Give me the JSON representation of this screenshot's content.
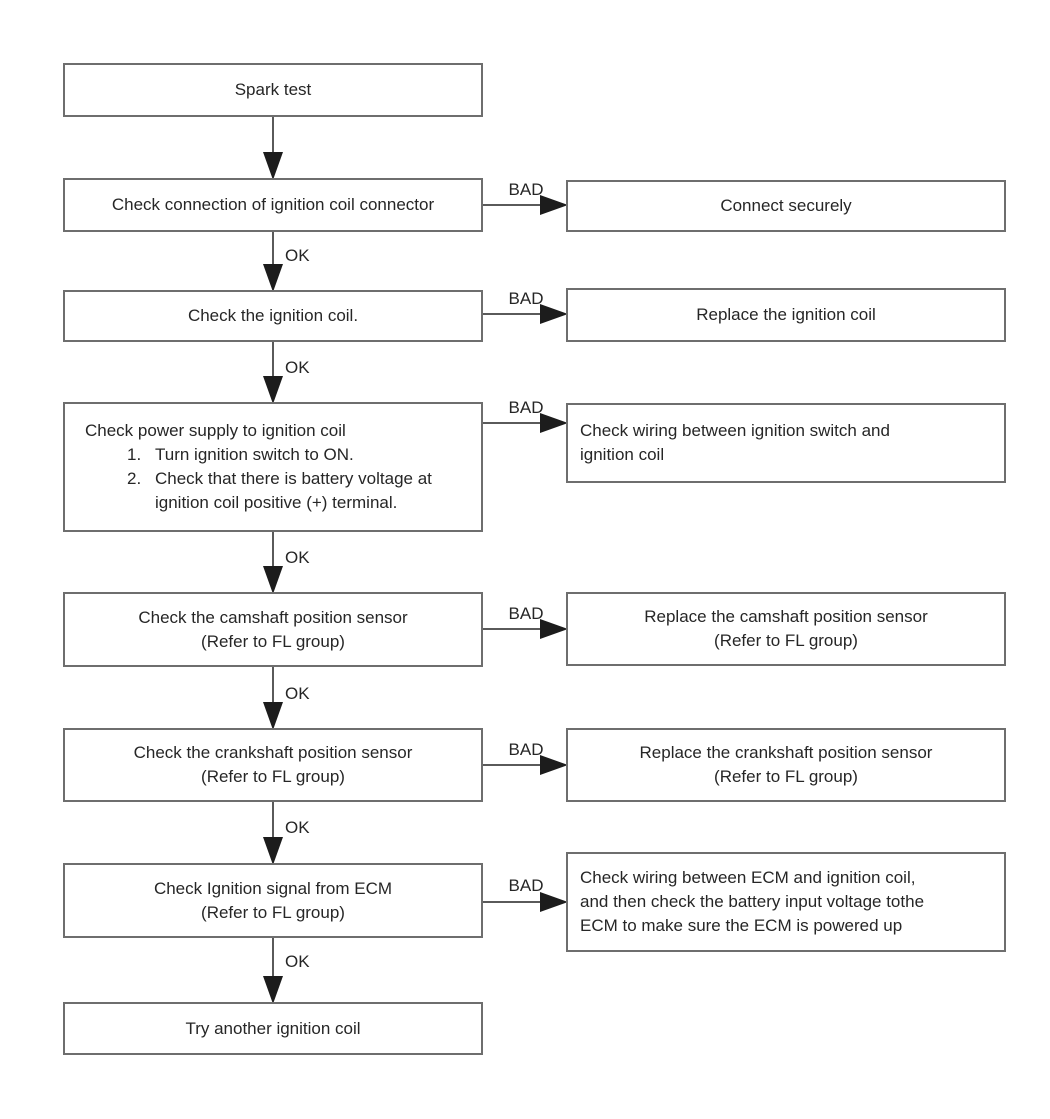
{
  "labels": {
    "ok": "OK",
    "bad": "BAD"
  },
  "flow": {
    "steps": [
      {
        "id": "spark-test",
        "lines": [
          "Spark test"
        ]
      },
      {
        "id": "check-connection",
        "lines": [
          "Check connection of ignition coil connector"
        ]
      },
      {
        "id": "check-ignition-coil",
        "lines": [
          "Check the ignition coil."
        ]
      },
      {
        "id": "check-power-supply",
        "title": "Check power supply to ignition coil",
        "items": [
          {
            "num": "1.",
            "text": "Turn ignition switch to ON."
          },
          {
            "num": "2.",
            "text": "Check that there is battery voltage at ignition coil positive (+) terminal."
          }
        ]
      },
      {
        "id": "check-camshaft-sensor",
        "lines": [
          "Check the camshaft position sensor",
          "(Refer to FL group)"
        ]
      },
      {
        "id": "check-crankshaft-sensor",
        "lines": [
          "Check the crankshaft position sensor",
          "(Refer to FL group)"
        ]
      },
      {
        "id": "check-ecm-signal",
        "lines": [
          "Check Ignition signal from ECM",
          "(Refer to FL group)"
        ]
      },
      {
        "id": "try-another-coil",
        "lines": [
          "Try another ignition coil"
        ]
      }
    ],
    "remedies": [
      {
        "id": "connect-securely",
        "lines": [
          "Connect securely"
        ]
      },
      {
        "id": "replace-ignition-coil",
        "lines": [
          "Replace the ignition coil"
        ]
      },
      {
        "id": "check-wiring-switch",
        "lines": [
          "Check wiring between ignition switch and",
          "ignition coil"
        ]
      },
      {
        "id": "replace-camshaft-sensor",
        "lines": [
          "Replace the camshaft position sensor",
          "(Refer to FL group)"
        ]
      },
      {
        "id": "replace-crankshaft-sensor",
        "lines": [
          "Replace the crankshaft position sensor",
          "(Refer to FL group)"
        ]
      },
      {
        "id": "check-wiring-ecm",
        "lines": [
          "Check wiring between ECM and ignition coil,",
          "and then check the battery input voltage tothe",
          "ECM to make sure the ECM is powered up"
        ]
      }
    ]
  }
}
